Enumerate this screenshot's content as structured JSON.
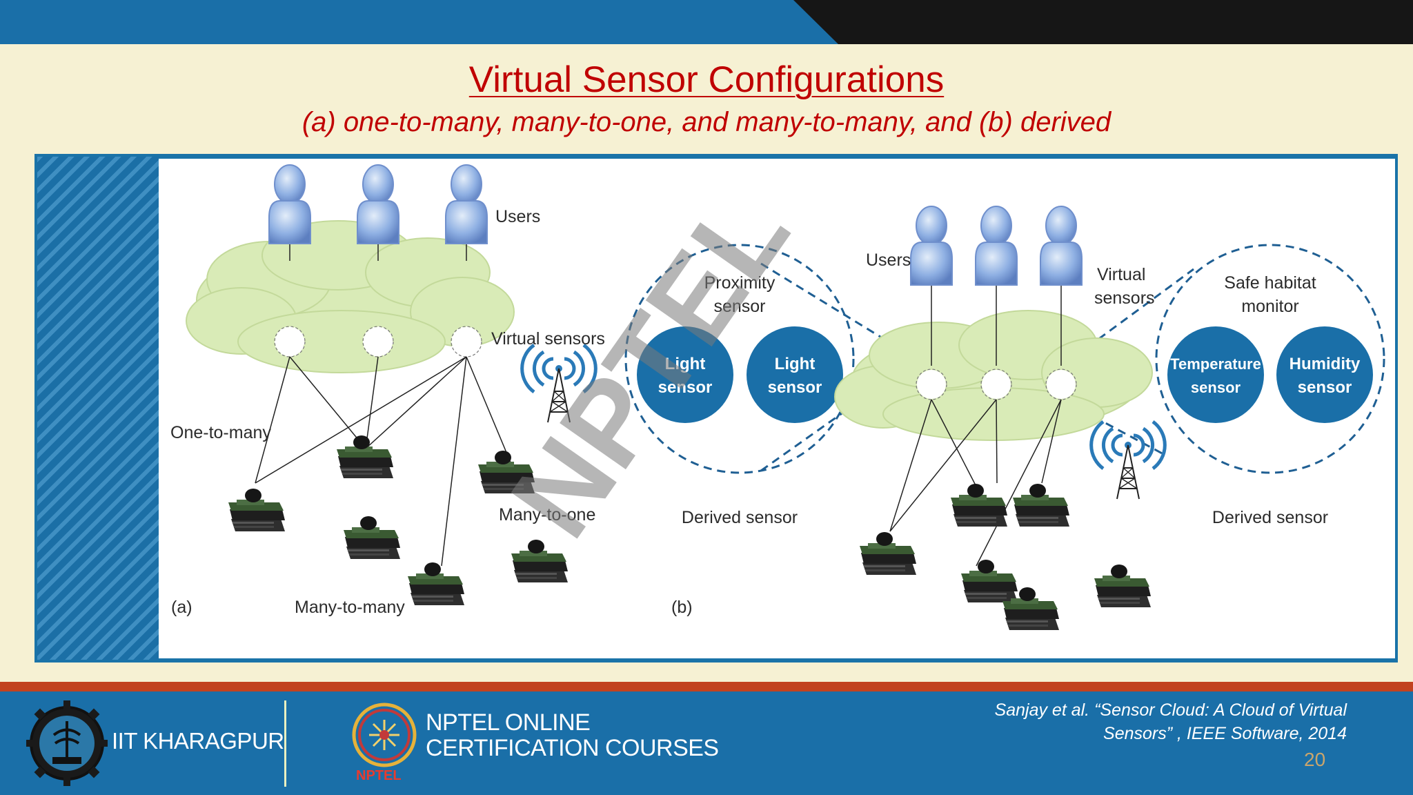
{
  "slide": {
    "title": "Virtual Sensor Configurations",
    "subtitle": "(a) one-to-many, many-to-one, and many-to-many, and (b) derived",
    "page_number": "20",
    "watermark": "NPTEL"
  },
  "diagram_a": {
    "users_label": "Users",
    "virtual_sensors_label": "Virtual sensors",
    "one_to_many": "One-to-many",
    "many_to_one": "Many-to-one",
    "many_to_many": "Many-to-many",
    "panel_label": "(a)"
  },
  "diagram_b": {
    "users_label": "Users",
    "virtual_label_1": "Virtual",
    "virtual_label_2": "sensors",
    "proximity_1": "Proximity",
    "proximity_2": "sensor",
    "light1_1": "Light",
    "light1_2": "sensor",
    "light2_1": "Light",
    "light2_2": "sensor",
    "derived_left": "Derived sensor",
    "safe_1": "Safe habitat",
    "safe_2": "monitor",
    "temp_1": "Temperature",
    "temp_2": "sensor",
    "humid_1": "Humidity",
    "humid_2": "sensor",
    "derived_right": "Derived sensor",
    "panel_label": "(b)"
  },
  "footer": {
    "iit": "IIT KHARAGPUR",
    "nptel_line1": "NPTEL ONLINE",
    "nptel_line2": "CERTIFICATION COURSES",
    "nptel_small": "NPTEL",
    "citation_line1": "Sanjay et al. “Sensor Cloud: A Cloud of Virtual",
    "citation_line2": "Sensors” , IEEE Software, 2014"
  },
  "colors": {
    "title_red": "#c00000",
    "footer_blue": "#1a6fa8",
    "slide_bg": "#f6f1d3",
    "sensor_blue": "#1a6fa8",
    "cloud_green": "#d9ebb7"
  }
}
